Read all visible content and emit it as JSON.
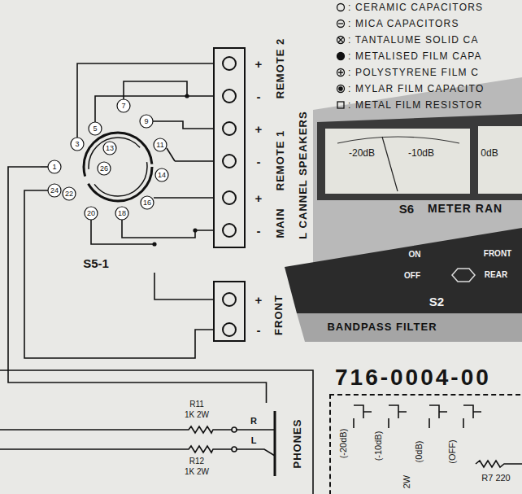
{
  "diagram": {
    "nodes": [
      {
        "text": [
          "S5-1"
        ]
      },
      {
        "text": [
          "MAIN",
          "REMOTE 1",
          "REMOTE 2"
        ]
      },
      {
        "text": [
          "FRONT"
        ]
      },
      {
        "text": [
          "PHONES"
        ]
      },
      {
        "text": [
          "716-0004-00"
        ]
      }
    ],
    "edges": [
      {
        "from": 0,
        "to": 1,
        "arrow": "none"
      },
      {
        "from": 0,
        "to": 2,
        "arrow": "none"
      },
      {
        "from": 0,
        "to": 3,
        "arrow": "none"
      }
    ],
    "labels": [
      "+",
      "-",
      "+",
      "-",
      "+",
      "-",
      "+",
      "-",
      "1",
      "3",
      "5",
      "7",
      "9",
      "11",
      "13",
      "14",
      "16",
      "18",
      "20",
      "22",
      "24",
      "26",
      "L CANNEL SPEAKERS",
      "-20dB",
      "-10dB",
      "0dB",
      "S6",
      "METER RAN",
      "ON",
      "OFF",
      "FRONT",
      "REAR",
      "S2",
      "BANDPASS FILTER",
      "R11",
      "1K 2W",
      "R12",
      "1K 2W",
      "R",
      "L",
      "(-20dB)",
      "(-10dB)",
      "(0dB)",
      "(OFF)",
      "R7 220",
      "2W"
    ],
    "legend": [
      {
        "text": ": CERAMIC CAPACITORS"
      },
      {
        "text": ": MICA CAPACITORS"
      },
      {
        "text": ": TANTALUME SOLID CA"
      },
      {
        "text": ": METALISED FILM CAPA"
      },
      {
        "text": ": POLYSTYRENE FILM C"
      },
      {
        "text": ": MYLAR FILM CAPACITO"
      },
      {
        "text": ": METAL FILM RESISTOR"
      }
    ]
  }
}
